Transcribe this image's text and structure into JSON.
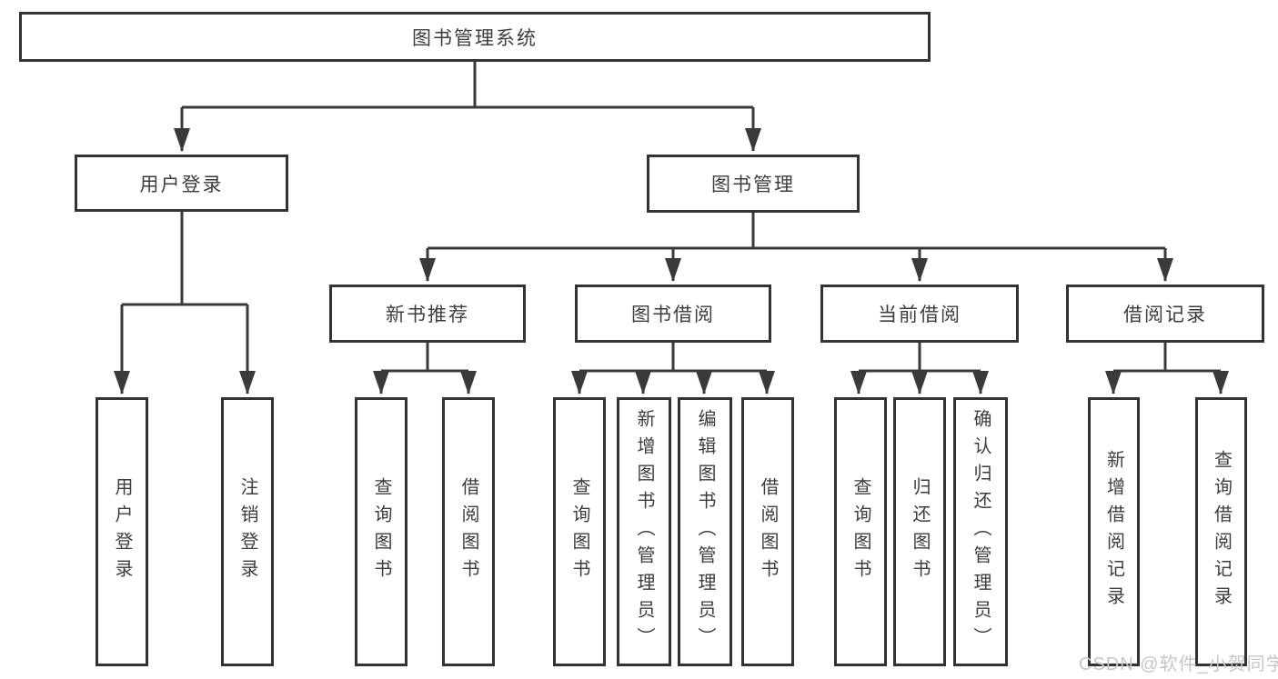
{
  "diagram": {
    "root": "图书管理系统",
    "level2": [
      "用户登录",
      "图书管理"
    ],
    "level3": [
      "新书推荐",
      "图书借阅",
      "当前借阅",
      "借阅记录"
    ],
    "leaves": [
      "用户登录",
      "注销登录",
      "查询图书",
      "借阅图书",
      "查询图书",
      "新增图书（管理员）",
      "编辑图书（管理员）",
      "借阅图书",
      "查询图书",
      "归还图书",
      "确认归还（管理员）",
      "新增借阅记录",
      "查询借阅记录"
    ]
  },
  "watermark": "CSDN @软件_小贺同学",
  "colors": {
    "line": "#3a3a3a",
    "box_border": "#333333",
    "box_fill": "#ffffff",
    "text": "#3d3d3d",
    "watermark": "#c6c6c6",
    "background": "#ffffff"
  }
}
